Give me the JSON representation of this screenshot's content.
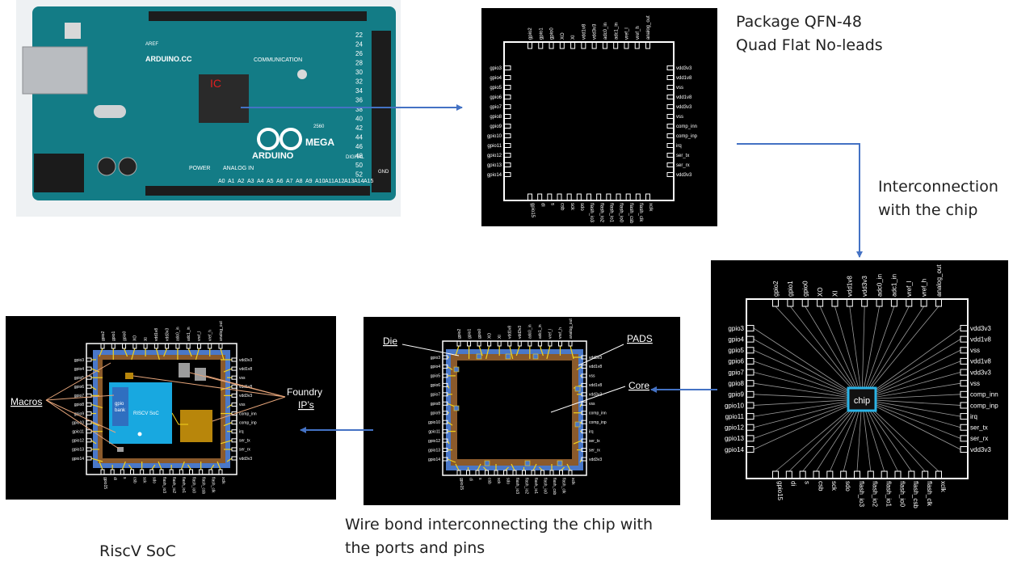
{
  "colors": {
    "arrow": "#4472c4",
    "board": "#137c86",
    "pad_blue": "#4a78c8",
    "soc_cyan": "#18a8e0",
    "ip_gold": "#b8860b",
    "wire_yellow": "#f2d21c",
    "chip_outline": "#2ab3e6",
    "label_line": "#e6a57a"
  },
  "arduino": {
    "brand": "ARDUINO.CC",
    "logo_text": "ARDUINO",
    "model": "MEGA",
    "model_num": "2560",
    "ic_label": "IC",
    "communication": "COMMUNICATION",
    "power": "POWER",
    "analog_in": "ANALOG IN",
    "digital": "DIGITAL",
    "aref": "AREF",
    "gnd": "GND",
    "digital_pins": [
      "22",
      "24",
      "26",
      "28",
      "30",
      "32",
      "34",
      "36",
      "38",
      "40",
      "42",
      "44",
      "46",
      "48",
      "50",
      "52"
    ],
    "analog_pins": [
      "A0",
      "A1",
      "A2",
      "A3",
      "A4",
      "A5",
      "A6",
      "A7",
      "A8",
      "A9",
      "A10",
      "A11",
      "A12",
      "A13",
      "A14",
      "A15"
    ]
  },
  "labels": {
    "package_line1": "Package QFN-48",
    "package_line2": "Quad Flat No-leads",
    "interconnect_line1": "Interconnection",
    "interconnect_line2": "with the chip",
    "wirebond_line1": "Wire bond interconnecting the chip with",
    "wirebond_line2": "the ports and pins",
    "riscv": "RiscV SoC"
  },
  "pins": {
    "top": [
      "gpio2",
      "gpio1",
      "gpio0",
      "XO",
      "XI",
      "vdd1v8",
      "vdd3v3",
      "adc0_in",
      "adc1_in",
      "vref_l",
      "vref_h",
      "analog_out"
    ],
    "left": [
      "gpio3",
      "gpio4",
      "gpio5",
      "gpio6",
      "gpio7",
      "gpio8",
      "gpio9",
      "gpio10",
      "gpio11",
      "gpio12",
      "gpio13",
      "gpio14"
    ],
    "right": [
      "vdd3v3",
      "vdd1v8",
      "vss",
      "vdd1v8",
      "vdd3v3",
      "vss",
      "comp_inn",
      "comp_inp",
      "irq",
      "ser_tx",
      "ser_rx",
      "vdd3v3"
    ],
    "bottom": [
      "gpio15",
      "di",
      "s",
      "csb",
      "sck",
      "sdo",
      "flash_io3",
      "flash_io2",
      "flash_io1",
      "flash_io0",
      "flash_csb",
      "flash_clk",
      "xclk"
    ]
  },
  "chip_label": "chip",
  "wirebond_annotations": {
    "die": "Die",
    "pads": "PADS",
    "core": "Core"
  },
  "riscv_annotations": {
    "macros": "Macros",
    "foundry_line1": "Foundry",
    "foundry_line2": "IP’s",
    "soc_label": "RISCV SoC",
    "gpio_bank_line1": "gpio",
    "gpio_bank_line2": "bank"
  }
}
